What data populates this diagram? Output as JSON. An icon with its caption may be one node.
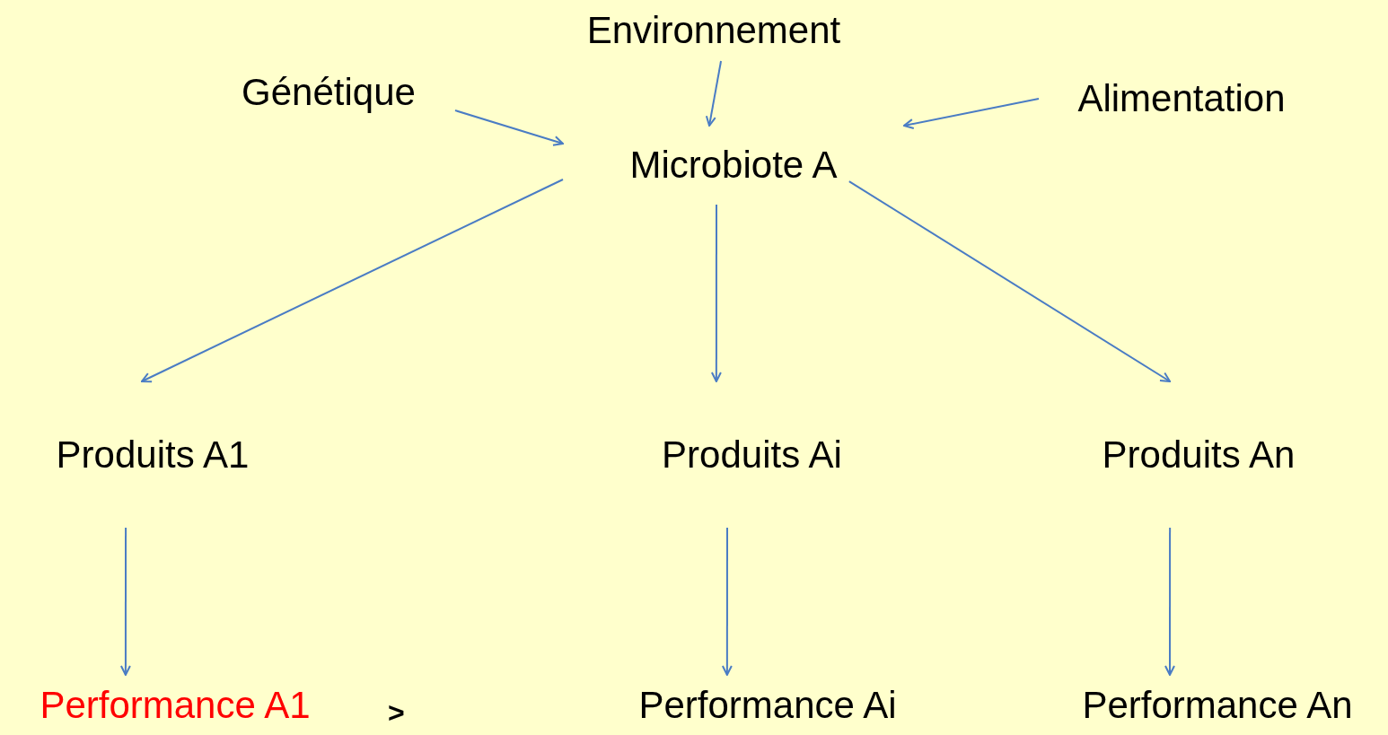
{
  "diagram": {
    "nodes": [
      {
        "text": [
          "Environnement"
        ]
      },
      {
        "text": [
          "Génétique"
        ]
      },
      {
        "text": [
          "Alimentation"
        ]
      },
      {
        "text": [
          "Microbiote A"
        ]
      },
      {
        "text": [
          "Produits A1"
        ]
      },
      {
        "text": [
          "Produits Ai"
        ]
      },
      {
        "text": [
          "Produits An"
        ]
      },
      {
        "text": [
          "Performance A1"
        ]
      },
      {
        "text": [
          "Performance Ai"
        ]
      },
      {
        "text": [
          "Performance An"
        ]
      }
    ],
    "edges": [
      {
        "from": 0,
        "to": 3,
        "arrow": "to"
      },
      {
        "from": 1,
        "to": 3,
        "arrow": "to"
      },
      {
        "from": 2,
        "to": 3,
        "arrow": "to"
      },
      {
        "from": 3,
        "to": 4,
        "arrow": "to"
      },
      {
        "from": 3,
        "to": 5,
        "arrow": "to"
      },
      {
        "from": 3,
        "to": 6,
        "arrow": "to"
      },
      {
        "from": 4,
        "to": 7,
        "arrow": "to"
      },
      {
        "from": 5,
        "to": 8,
        "arrow": "to"
      },
      {
        "from": 6,
        "to": 9,
        "arrow": "to"
      }
    ],
    "labels": [
      ">"
    ]
  }
}
